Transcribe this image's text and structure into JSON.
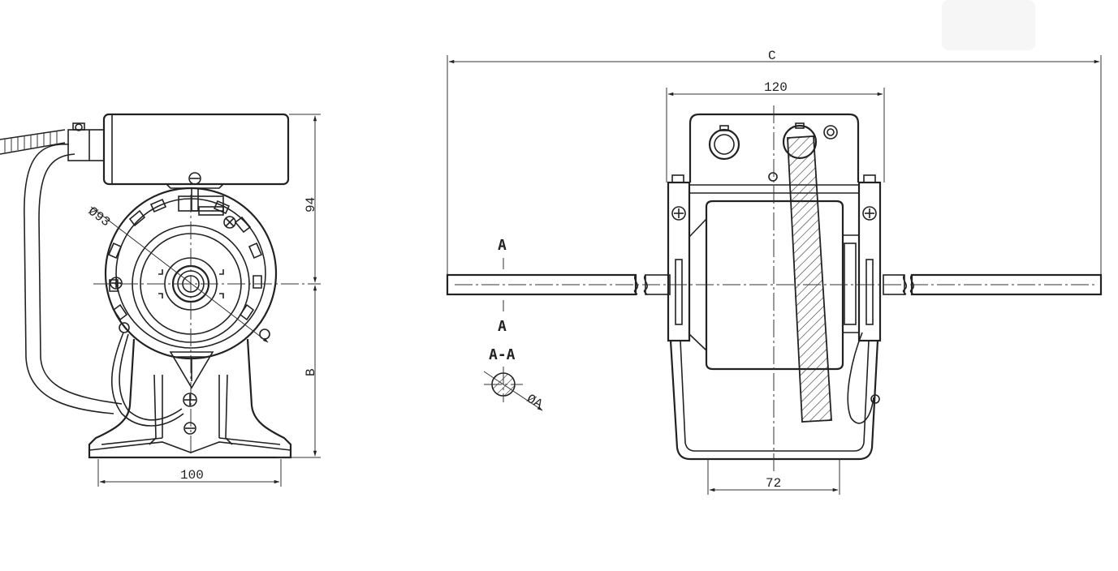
{
  "side_view": {
    "dim_diameter": "Ø93",
    "dim_height": "94",
    "dim_base_width": "100",
    "dim_b": "B"
  },
  "front_view": {
    "dim_overall_length": "C",
    "dim_body_width": "120",
    "dim_foot_width": "72",
    "section_mark_top": "A",
    "section_mark_bottom": "A",
    "section_title": "A-A",
    "section_diameter": "ØA"
  },
  "colors": {
    "line": "#222222",
    "background": "#ffffff"
  }
}
